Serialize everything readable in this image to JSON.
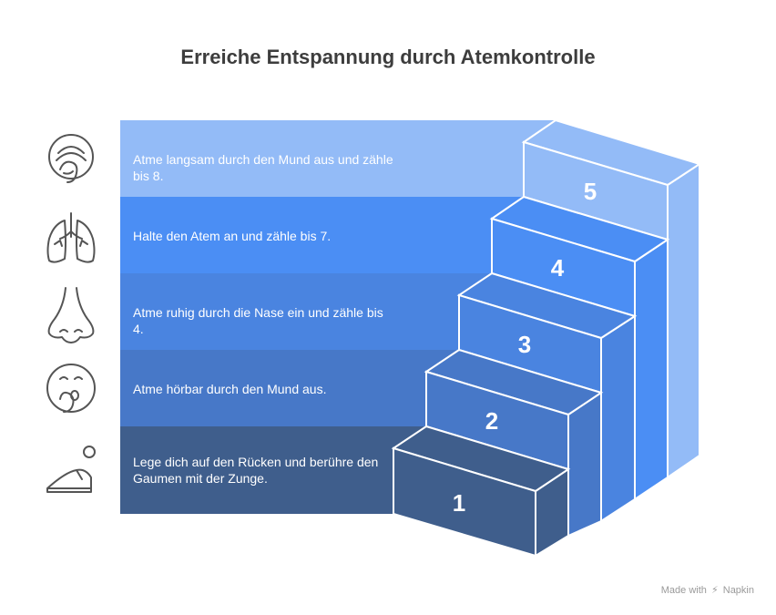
{
  "title": "Erreiche Entspannung durch Atemkontrolle",
  "steps": [
    {
      "number": "5",
      "text": "Atme langsam durch den Mund aus und zähle bis 8.",
      "icon": "face-exhale-icon",
      "color": "#93bbf7"
    },
    {
      "number": "4",
      "text": "Halte den Atem an und zähle bis 7.",
      "icon": "lungs-icon",
      "color": "#4b8ef4"
    },
    {
      "number": "3",
      "text": "Atme ruhig durch die Nase ein und zähle bis 4.",
      "icon": "nose-icon",
      "color": "#4a84e0"
    },
    {
      "number": "2",
      "text": "Atme hörbar durch den Mund aus.",
      "icon": "face-mouth-icon",
      "color": "#4778c8"
    },
    {
      "number": "1",
      "text": "Lege dich auf den Rücken und berühre den Gaumen mit der Zunge.",
      "icon": "person-lying-icon",
      "color": "#3f5e8c"
    }
  ],
  "footer": {
    "made_with": "Made with",
    "brand": "Napkin"
  }
}
